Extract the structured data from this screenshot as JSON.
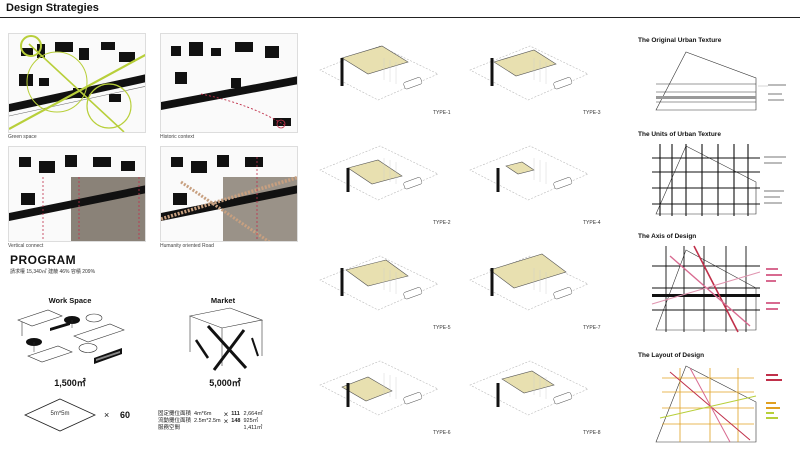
{
  "header": {
    "title": "Design Strategies"
  },
  "site_maps": [
    {
      "caption": "Green space"
    },
    {
      "caption": "Historic context"
    },
    {
      "caption": "Vertical connect"
    },
    {
      "caption": "Humanity oriented Road"
    }
  ],
  "program": {
    "title": "PROGRAM",
    "stats": "請求權 15,340㎡   建蔽 46%   容積 209%",
    "work_space": {
      "label": "Work Space",
      "area": "1,500㎡"
    },
    "market": {
      "label": "Market",
      "area": "5,000㎡"
    },
    "module": {
      "label": "5m*5m",
      "times": "×",
      "count": "60"
    },
    "table": [
      {
        "name": "固定攤位面積",
        "size": "4m*6m",
        "times": "×",
        "count": "111",
        "area": "2,664㎡"
      },
      {
        "name": "流動攤位面積",
        "size": "2.5m*2.5m",
        "times": "×",
        "count": "148",
        "area": "925㎡"
      },
      {
        "name": "服務空間",
        "size": "",
        "times": "",
        "count": "",
        "area": "1,411㎡"
      }
    ]
  },
  "types": [
    {
      "label": "TYPE-1"
    },
    {
      "label": "TYPE-2"
    },
    {
      "label": "TYPE-3"
    },
    {
      "label": "TYPE-4"
    },
    {
      "label": "TYPE-5"
    },
    {
      "label": "TYPE-6"
    },
    {
      "label": "TYPE-7"
    },
    {
      "label": "TYPE-8"
    }
  ],
  "analysis": [
    {
      "title": "The Original Urban Texture"
    },
    {
      "title": "The Units of Urban Texture"
    },
    {
      "title": "The Axis of Design"
    },
    {
      "title": "The Layout of Design"
    }
  ],
  "colors": {
    "accent_green": "#b8cf3a",
    "accent_red": "#c0304a",
    "mass_beige": "#e8e0b0",
    "ground_gray": "#8a8278"
  }
}
